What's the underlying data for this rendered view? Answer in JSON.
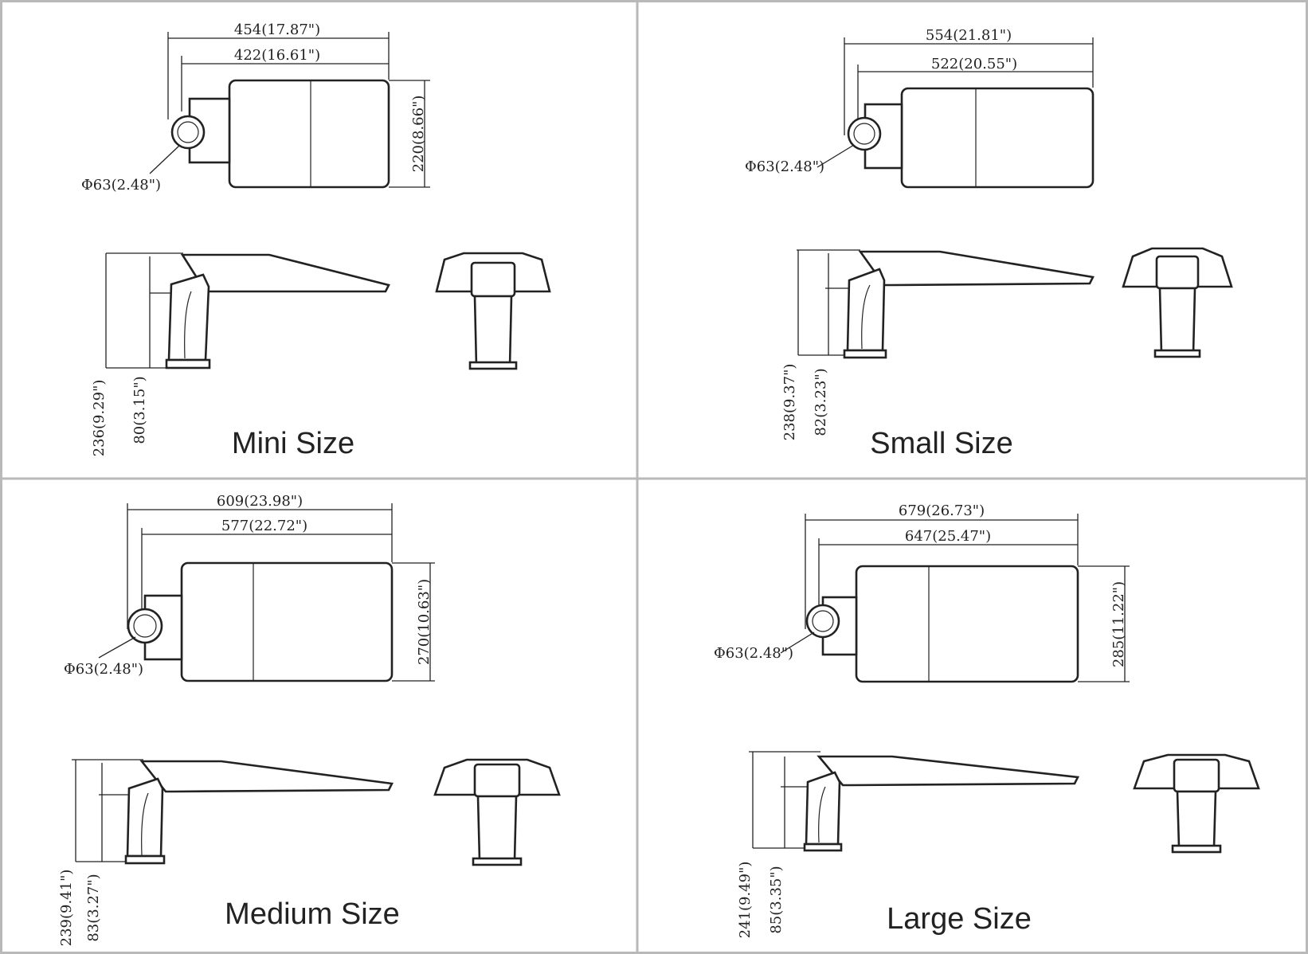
{
  "panels": [
    {
      "title": "Mini Size",
      "overall_length": "454(17.87\")",
      "body_length": "422(16.61\")",
      "width": "220(8.66\")",
      "pole_diameter": "Φ63(2.48\")",
      "total_height": "236(9.29\")",
      "arm_height": "80(3.15\")"
    },
    {
      "title": "Small Size",
      "overall_length": "554(21.81\")",
      "body_length": "522(20.55\")",
      "width": "",
      "pole_diameter": "Φ63(2.48\")",
      "total_height": "238(9.37\")",
      "arm_height": "82(3.23\")"
    },
    {
      "title": "Medium Size",
      "overall_length": "609(23.98\")",
      "body_length": "577(22.72\")",
      "width": "270(10.63\")",
      "pole_diameter": "Φ63(2.48\")",
      "total_height": "239(9.41\")",
      "arm_height": "83(3.27\")"
    },
    {
      "title": "Large Size",
      "overall_length": "679(26.73\")",
      "body_length": "647(25.47\")",
      "width": "285(11.22\")",
      "pole_diameter": "Φ63(2.48\")",
      "total_height": "241(9.49\")",
      "arm_height": "85(3.35\")"
    }
  ]
}
